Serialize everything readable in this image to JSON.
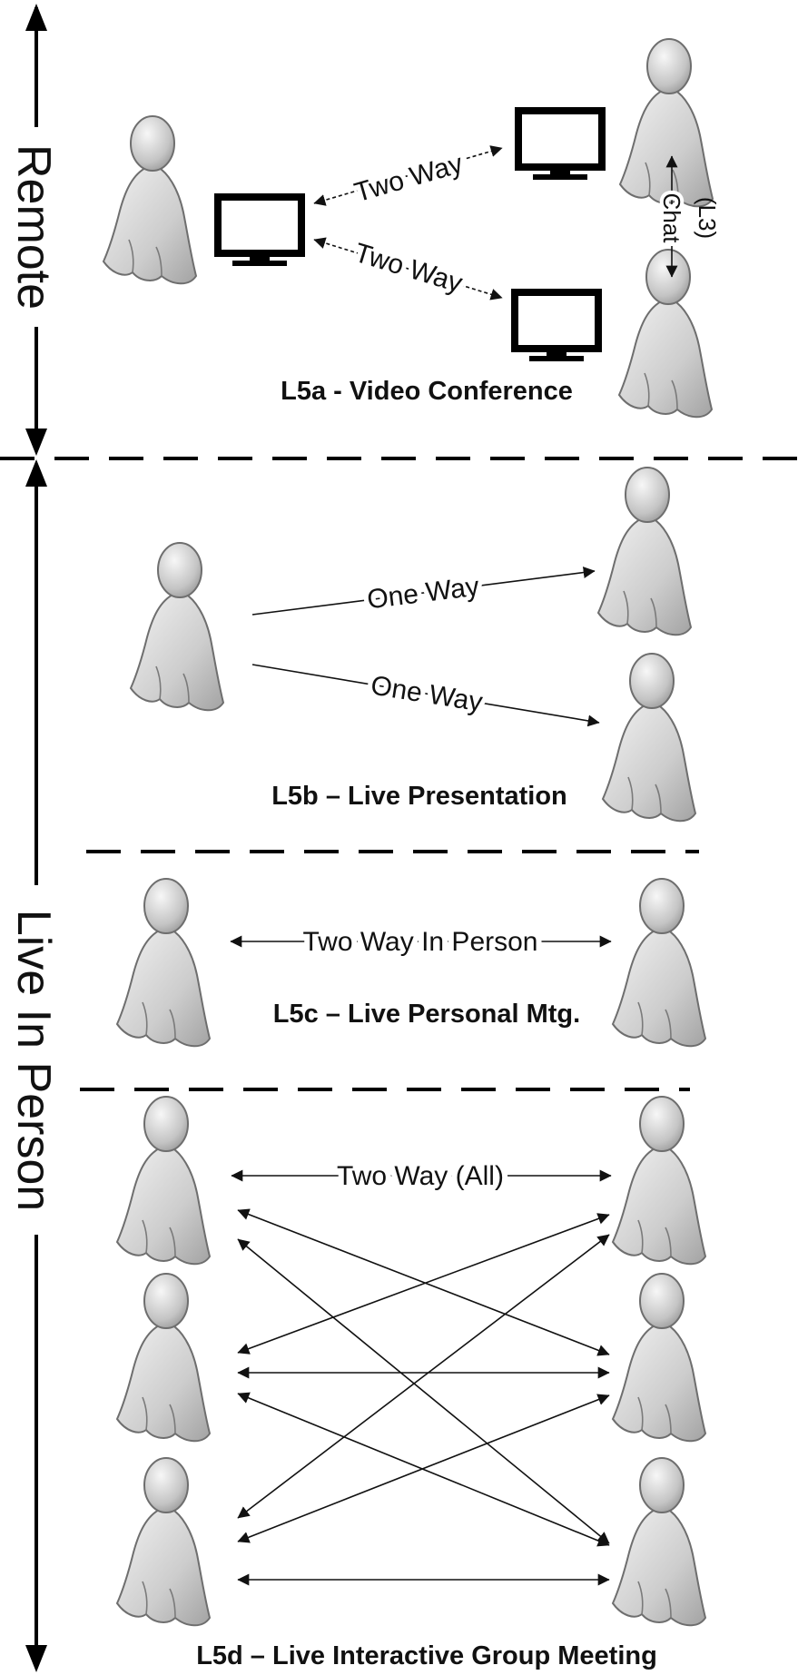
{
  "sections": {
    "remote": "Remote",
    "live": "Live In Person"
  },
  "l5a": {
    "title": "L5a - Video Conference",
    "link_upper": "Two Way",
    "link_lower": "Two Way",
    "chat": "Chat",
    "chat_level": "(L3)"
  },
  "l5b": {
    "title": "L5b – Live Presentation",
    "link_upper": "One Way",
    "link_lower": "One Way"
  },
  "l5c": {
    "title": "L5c – Live Personal Mtg.",
    "link": "Two Way In Person"
  },
  "l5d": {
    "title": "L5d – Live Interactive Group Meeting",
    "link": "Two Way (All)"
  },
  "colors": {
    "person_light": "#ececec",
    "person_dark": "#9a9a9a",
    "person_outline": "#6e6e6e",
    "line": "#111111"
  }
}
